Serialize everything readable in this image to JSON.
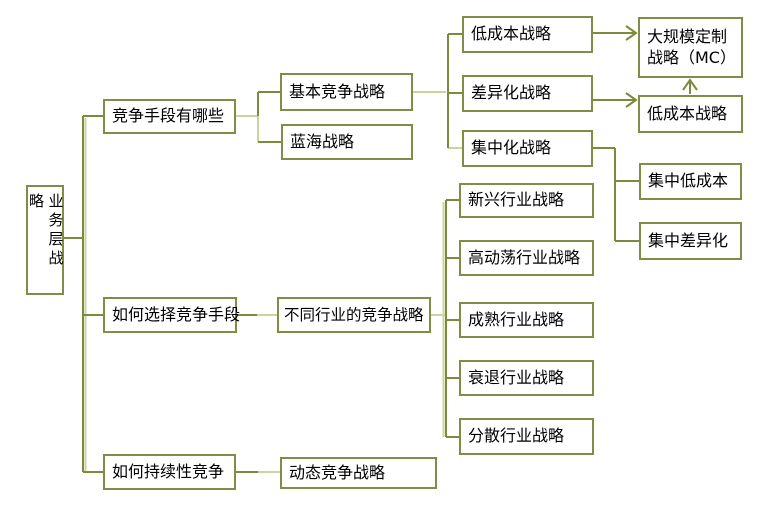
{
  "colors": {
    "box_border": "#7f8e45",
    "line": "#7c8a3c",
    "line_highlight": "#c8d5a0",
    "text": "#000000",
    "background": "#ffffff"
  },
  "mindmap": {
    "root": {
      "label": "业务层战略",
      "children": [
        {
          "label": "竞争手段有哪些",
          "children": [
            {
              "label": "基本竞争战略",
              "children": [
                {
                  "label": "低成本战略",
                  "children": [
                    {
                      "label": "大规模定制战略（MC）",
                      "relation": "arrow"
                    }
                  ]
                },
                {
                  "label": "差异化战略",
                  "children": [
                    {
                      "label": "低成本战略",
                      "relation": "arrow",
                      "arrow_to": "大规模定制战略（MC）"
                    }
                  ]
                },
                {
                  "label": "集中化战略",
                  "children": [
                    {
                      "label": "集中低成本"
                    },
                    {
                      "label": "集中差异化"
                    }
                  ]
                }
              ]
            },
            {
              "label": "蓝海战略"
            }
          ]
        },
        {
          "label": "如何选择竞争手段",
          "children": [
            {
              "label": "不同行业的竞争战略",
              "children": [
                {
                  "label": "新兴行业战略"
                },
                {
                  "label": "高动荡行业战略"
                },
                {
                  "label": "成熟行业战略"
                },
                {
                  "label": "衰退行业战略"
                },
                {
                  "label": "分散行业战略"
                }
              ]
            }
          ]
        },
        {
          "label": "如何持续性竞争",
          "children": [
            {
              "label": "动态竞争战略"
            }
          ]
        }
      ]
    }
  }
}
